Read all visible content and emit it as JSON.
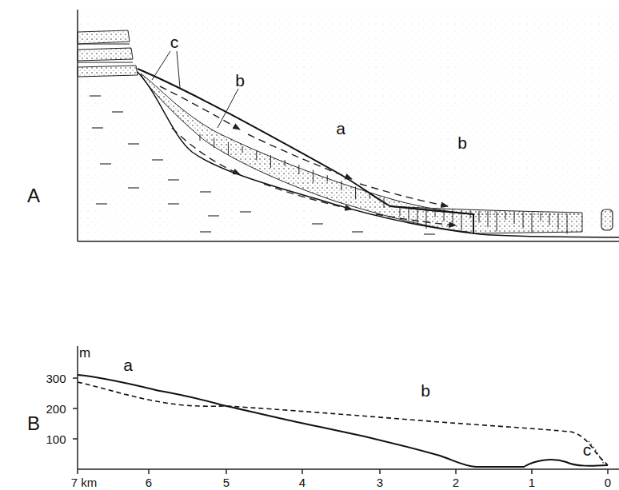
{
  "diagram": {
    "labels": [
      "A",
      "c",
      "b",
      "a",
      "b",
      "B",
      "m",
      "300",
      "200",
      "100",
      "a",
      "b",
      "c",
      "7 km",
      "6",
      "5",
      "4",
      "3",
      "2",
      "1",
      "0"
    ]
  }
}
